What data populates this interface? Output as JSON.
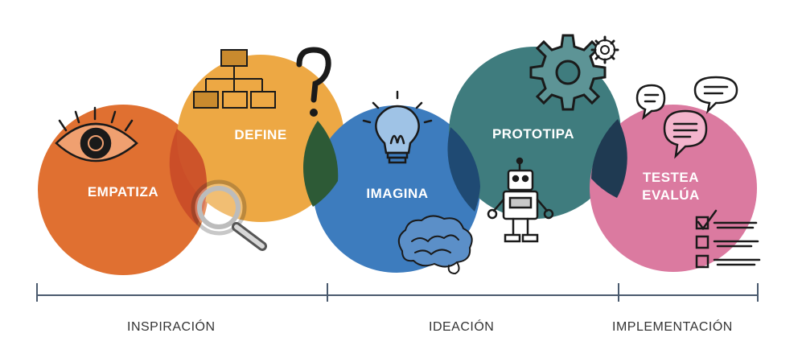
{
  "stages": [
    {
      "label": "EMPATIZA",
      "color": "#e07031"
    },
    {
      "label": "DEFINE",
      "color": "#eda844"
    },
    {
      "label": "IMAGINA",
      "color": "#3d7cbe"
    },
    {
      "label": "PROTOTIPA",
      "color": "#3f7c7e"
    },
    {
      "label": "TESTEA",
      "label2": "EVALÚA",
      "color": "#db7aa0"
    }
  ],
  "phases": [
    {
      "label": "INSPIRACIÓN"
    },
    {
      "label": "IDEACIÓN"
    },
    {
      "label": "IMPLEMENTACIÓN"
    }
  ],
  "icons": [
    "eye-icon",
    "org-chart-icon",
    "question-mark-icon",
    "magnifier-icon",
    "lightbulb-icon",
    "brain-icon",
    "gear-icon",
    "robot-icon",
    "speech-bubbles-icon",
    "checklist-icon"
  ],
  "timeline_color": "#4a5a6e"
}
